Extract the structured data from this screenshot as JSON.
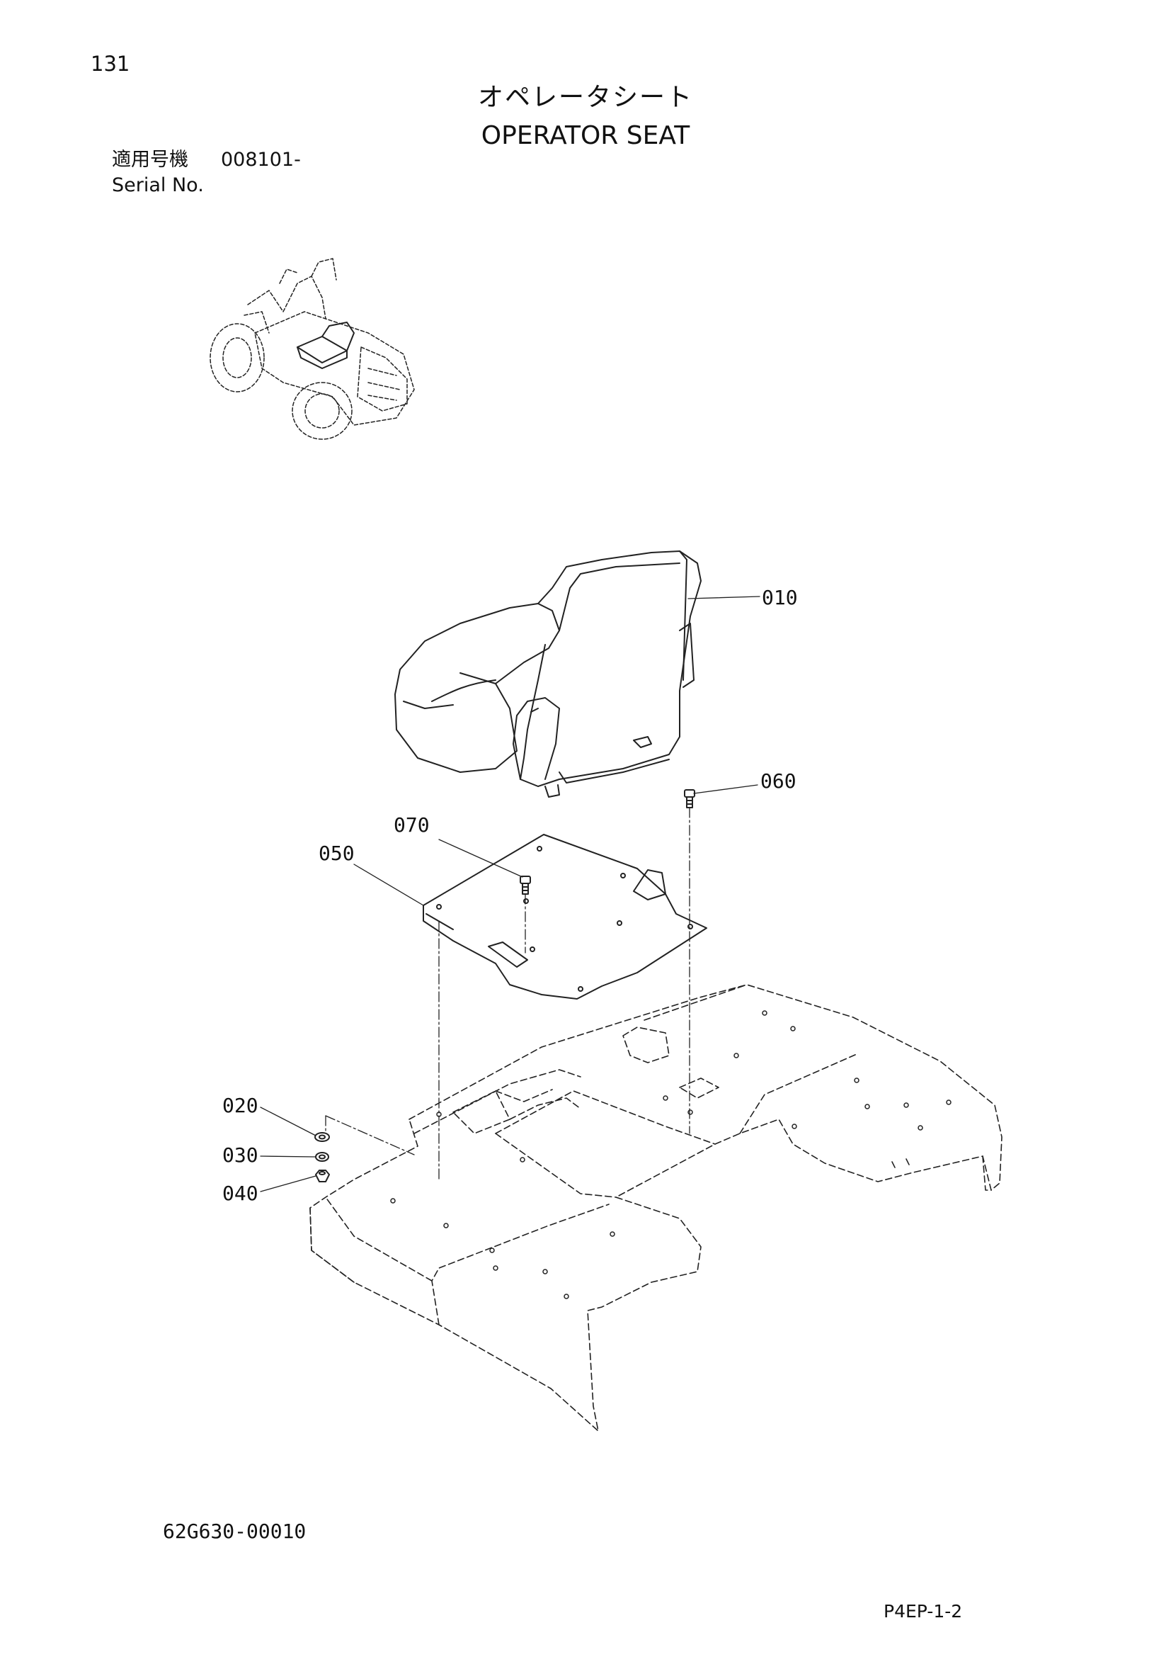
{
  "header": {
    "page_number": "131",
    "title_jp": "オペレータシート",
    "title_en": "OPERATOR SEAT",
    "serial_jp_label": "適用号機",
    "serial_range": "008101-",
    "serial_en_label": "Serial No."
  },
  "callouts": [
    {
      "id": "010",
      "part": "seat"
    },
    {
      "id": "060",
      "part": "bolt"
    },
    {
      "id": "070",
      "part": "bolt"
    },
    {
      "id": "050",
      "part": "seat-plate"
    },
    {
      "id": "020",
      "part": "washer"
    },
    {
      "id": "030",
      "part": "spring-washer"
    },
    {
      "id": "040",
      "part": "nut"
    }
  ],
  "footer": {
    "drawing_number": "62G630-00010",
    "page_code": "P4EP-1-2"
  }
}
